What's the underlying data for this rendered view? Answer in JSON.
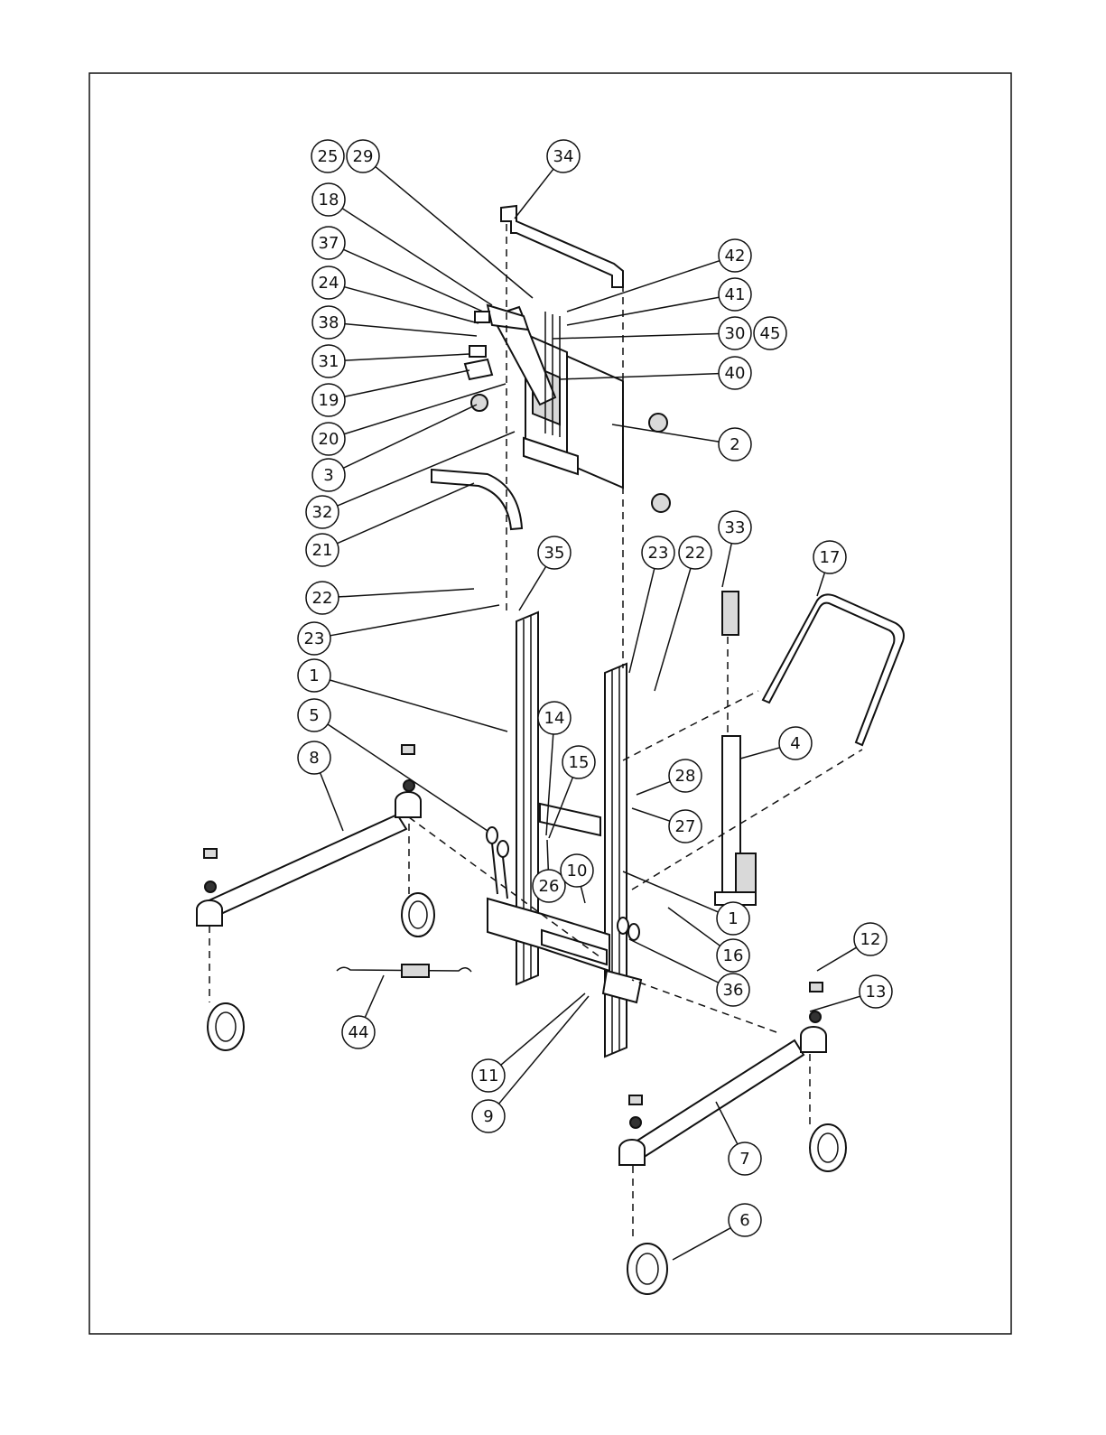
{
  "diagram": {
    "callouts": [
      "25",
      "29",
      "34",
      "18",
      "42",
      "37",
      "41",
      "24",
      "30",
      "45",
      "38",
      "40",
      "31",
      "19",
      "20",
      "2",
      "3",
      "32",
      "21",
      "33",
      "35",
      "23",
      "22",
      "17",
      "22",
      "23",
      "1",
      "4",
      "5",
      "14",
      "28",
      "8",
      "15",
      "27",
      "26",
      "10",
      "1",
      "16",
      "36",
      "12",
      "13",
      "44",
      "11",
      "9",
      "7",
      "6"
    ]
  }
}
